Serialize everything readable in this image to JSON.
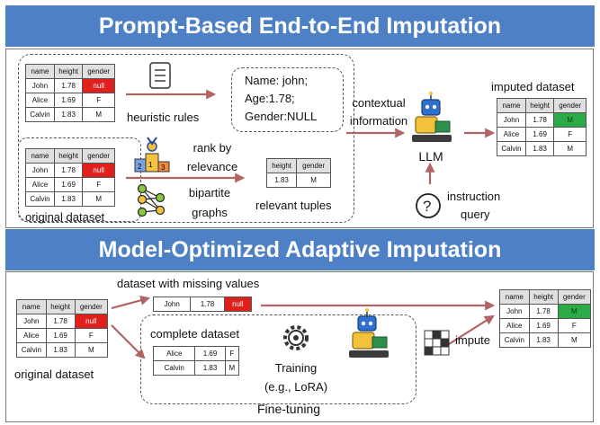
{
  "banners": {
    "top": "Prompt-Based End-to-End Imputation",
    "bottom": "Model-Optimized Adaptive Imputation"
  },
  "headers": {
    "full": [
      "name",
      "height",
      "gender"
    ],
    "partial": [
      "height",
      "gender"
    ]
  },
  "top": {
    "source_table": [
      [
        "John",
        "1.78",
        "null"
      ],
      [
        "Alice",
        "1.69",
        "F"
      ],
      [
        "Calvin",
        "1.83",
        "M"
      ]
    ],
    "heuristic_rules": "heuristic rules",
    "prompt_lines": [
      "Name: john;",
      "Age:1.78;",
      "Gender:NULL"
    ],
    "rank_line1": "rank by",
    "rank_line2": "relevance",
    "bipartite_line1": "bipartite",
    "bipartite_line2": "graphs",
    "relevant_row": [
      "1.83",
      "M"
    ],
    "relevant_tuples": "relevant tuples",
    "original_dataset": "original dataset",
    "contextual_line1": "contextual",
    "contextual_line2": "information",
    "llm": "LLM",
    "instruction_line1": "instruction",
    "instruction_line2": "query",
    "imputed_dataset": "imputed dataset",
    "imputed_table": [
      [
        "John",
        "1.78",
        "M"
      ],
      [
        "Alice",
        "1.69",
        "F"
      ],
      [
        "Calvin",
        "1.83",
        "M"
      ]
    ]
  },
  "bottom": {
    "source_table": [
      [
        "John",
        "1.78",
        "null"
      ],
      [
        "Alice",
        "1.69",
        "F"
      ],
      [
        "Calvin",
        "1.83",
        "M"
      ]
    ],
    "original_dataset": "original dataset",
    "missing_label": "dataset with missing values",
    "missing_row": [
      "John",
      "1.78",
      "null"
    ],
    "complete_label": "complete dataset",
    "complete_rows": [
      [
        "Alice",
        "1.69",
        "F"
      ],
      [
        "Calvin",
        "1.83",
        "M"
      ]
    ],
    "training_line1": "Training",
    "training_line2": "(e.g., LoRA)",
    "fine_tuning": "Fine-tuning",
    "impute": "impute",
    "imputed_table": [
      [
        "John",
        "1.78",
        "M"
      ],
      [
        "Alice",
        "1.69",
        "F"
      ],
      [
        "Calvin",
        "1.83",
        "M"
      ]
    ]
  },
  "colors": {
    "banner": "#4e80c6",
    "arrow": "#b06464",
    "missing": "#e0201c",
    "imputed": "#2bab47"
  },
  "icons": [
    "document-icon",
    "podium-icon",
    "graph-icon",
    "robot-icon",
    "question-icon",
    "gear-icon",
    "grid-icon"
  ]
}
